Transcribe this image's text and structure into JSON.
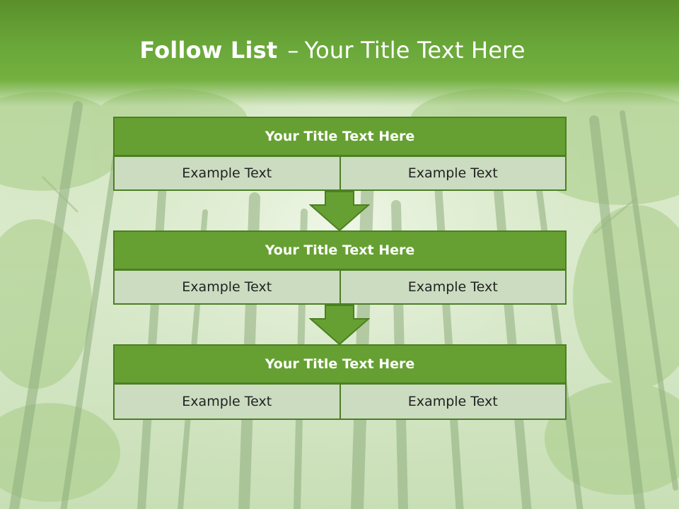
{
  "title": {
    "bold": "Follow List",
    "dash": "–",
    "rest": "Your Title Text Here"
  },
  "blocks": [
    {
      "title": "Your Title Text Here",
      "left": "Example Text",
      "right": "Example Text"
    },
    {
      "title": "Your Title Text Here",
      "left": "Example Text",
      "right": "Example Text"
    },
    {
      "title": "Your Title Text Here",
      "left": "Example Text",
      "right": "Example Text"
    }
  ],
  "colors": {
    "header_green": "#66a032",
    "border_green": "#4c7f24",
    "cell_fill": "#cbdcc1",
    "title_text": "#ffffff"
  },
  "icons": [
    "down-arrow-icon",
    "down-arrow-icon"
  ]
}
